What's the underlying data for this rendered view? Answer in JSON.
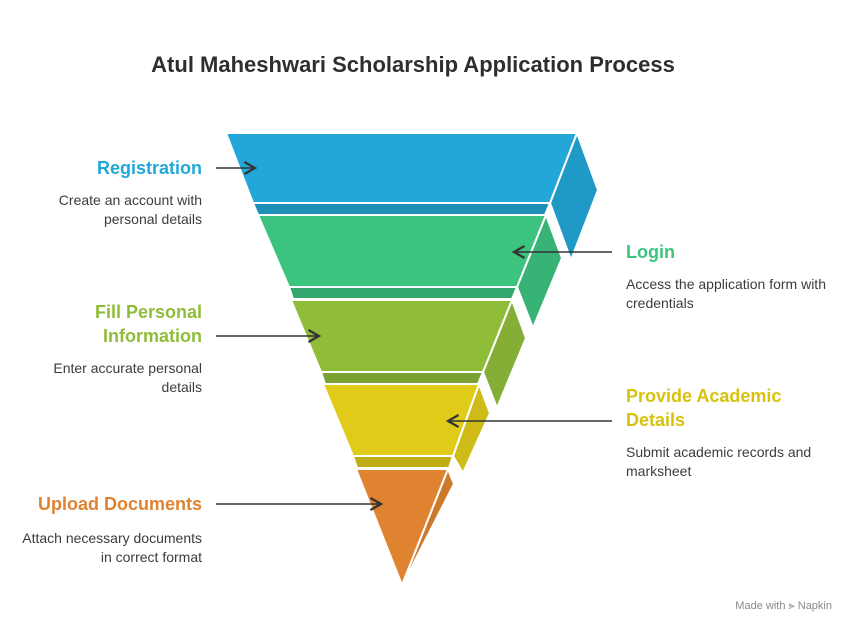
{
  "title": "Atul Maheshwari Scholarship Application Process",
  "stages": [
    {
      "title": "Registration",
      "description": "Create an account with personal details",
      "color": "#22a7d8",
      "side": "left"
    },
    {
      "title": "Login",
      "description": "Access the application form with credentials",
      "color": "#3cc47f",
      "side": "right"
    },
    {
      "title": "Fill Personal Information",
      "description": "Enter accurate personal details",
      "color": "#8fbd3a",
      "side": "left"
    },
    {
      "title": "Provide Academic Details",
      "description": "Submit academic records and marksheet",
      "color": "#e0cb19",
      "side": "right"
    },
    {
      "title": "Upload Documents",
      "description": "Attach necessary documents in correct format",
      "color": "#df8330",
      "side": "left"
    }
  ],
  "title_colors": [
    "#22a7d8",
    "#3cc47f",
    "#8fbd3a",
    "#d8c20f",
    "#df8330"
  ],
  "credit": "Made with ⪢ Napkin"
}
